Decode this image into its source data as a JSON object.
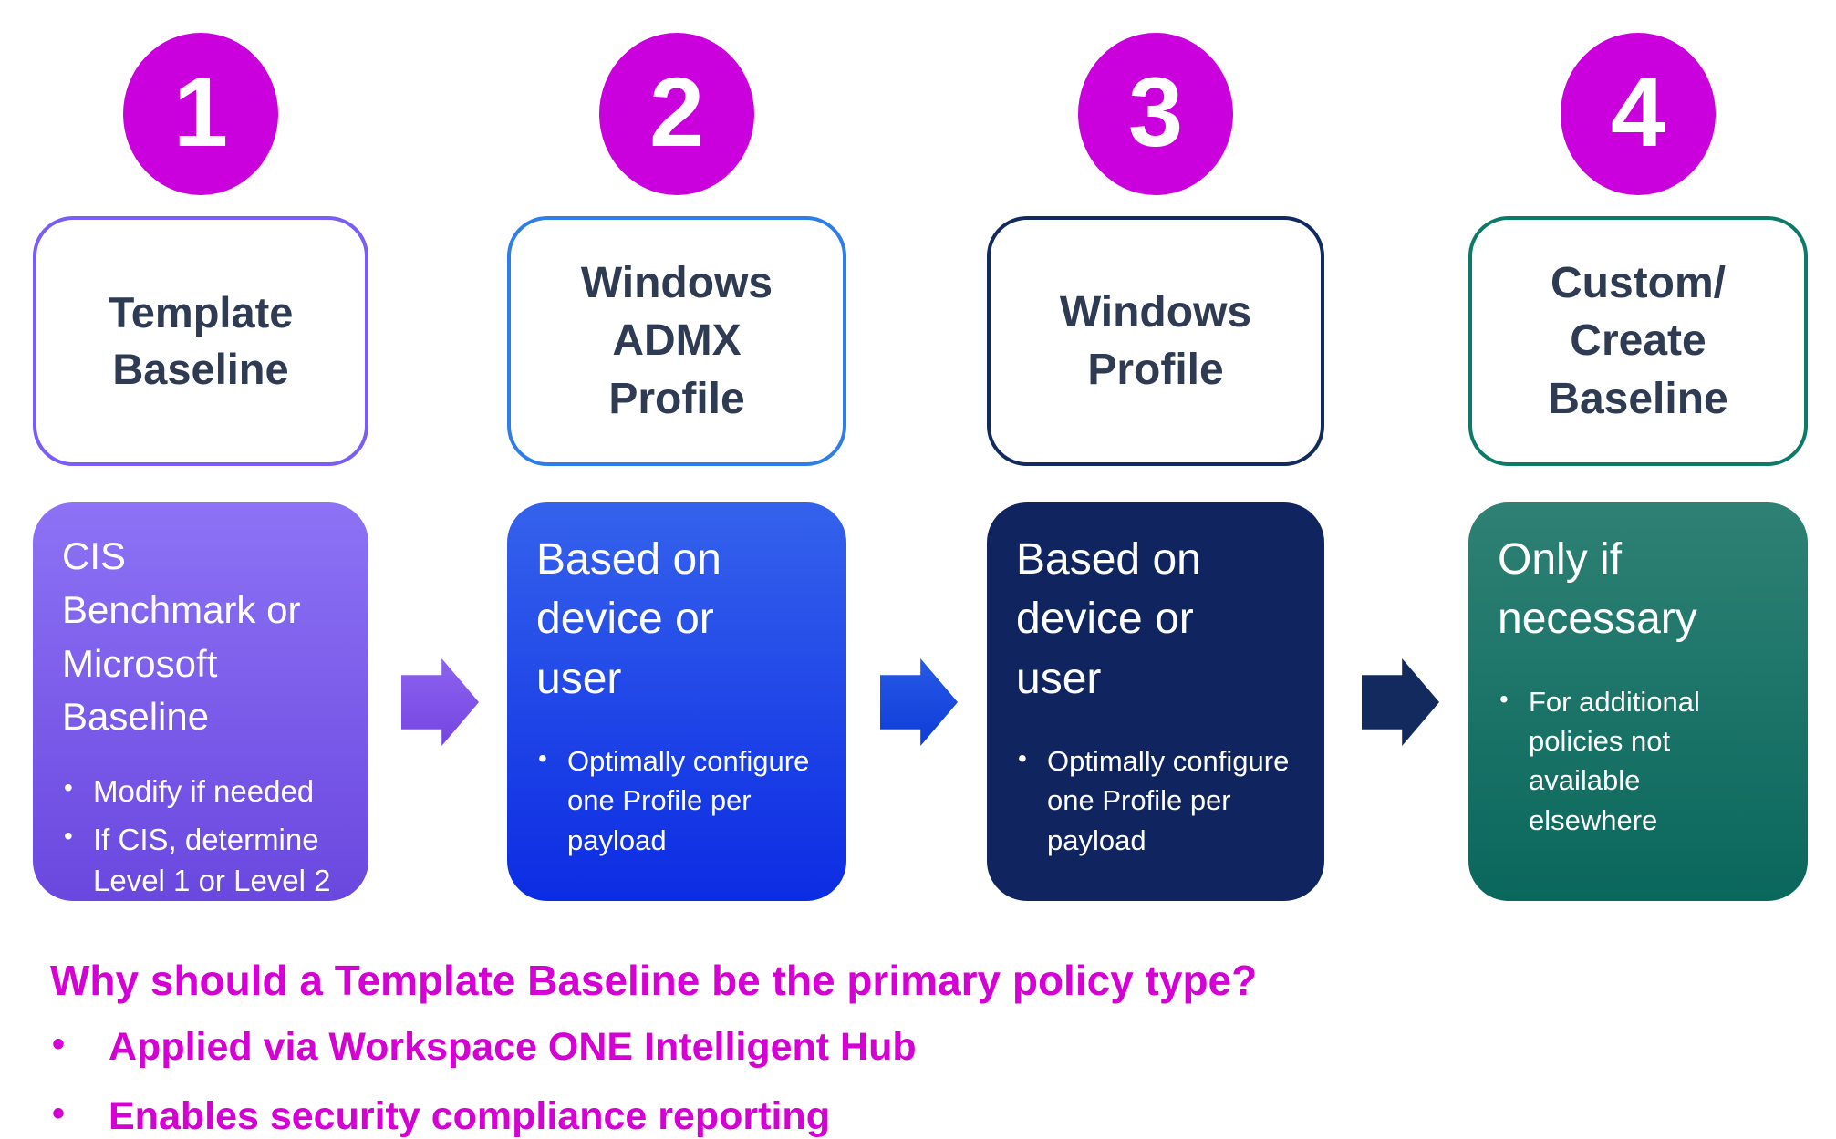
{
  "page": {
    "background": "#ffffff"
  },
  "steps": [
    {
      "number": "1",
      "badge_color": "#ca00dd",
      "title_lines": [
        "Template",
        "Baseline"
      ],
      "outline_color": "#7a5cf6",
      "card": {
        "fill": {
          "top": "#8d72f5",
          "bottom": "#6a48df"
        },
        "title_lines": [
          "CIS",
          "Benchmark or",
          "Microsoft",
          "Baseline"
        ],
        "bullets": [
          "Modify if needed",
          "If CIS, determine Level 1 or Level 2"
        ]
      },
      "arrow": {
        "top": "#8b63ef",
        "bottom": "#7645e2"
      }
    },
    {
      "number": "2",
      "badge_color": "#ca00dd",
      "title_lines": [
        "Windows",
        "ADMX",
        "Profile"
      ],
      "outline_color": "#2e7ee9",
      "card": {
        "fill": {
          "top": "#3562ec",
          "bottom": "#0c2ce3"
        },
        "title_lines": [
          "Based on",
          "device or",
          "user"
        ],
        "bullets": [
          "Optimally configure one Profile per payload"
        ]
      },
      "arrow": {
        "top": "#2859e6",
        "bottom": "#0e3cd8"
      }
    },
    {
      "number": "3",
      "badge_color": "#ca00dd",
      "title_lines": [
        "Windows",
        "Profile"
      ],
      "outline_color": "#132a5e",
      "card": {
        "fill": {
          "top": "#10255f",
          "bottom": "#10255f"
        },
        "title_lines": [
          "Based on",
          "device or",
          "user"
        ],
        "bullets": [
          "Optimally configure one Profile per payload"
        ]
      },
      "arrow": {
        "top": "#132a5e",
        "bottom": "#132a5e"
      }
    },
    {
      "number": "4",
      "badge_color": "#ca00dd",
      "title_lines": [
        "Custom/",
        "Create",
        "Baseline"
      ],
      "outline_color": "#0c7a68",
      "card": {
        "fill": {
          "top": "#2e8174",
          "bottom": "#0a675c"
        },
        "title_lines": [
          "Only if",
          "necessary"
        ],
        "bullets": [
          "For additional policies not available elsewhere"
        ]
      }
    }
  ],
  "footer": {
    "heading": "Why should a Template Baseline be the primary policy type?",
    "color": "#d400d4",
    "bullets": [
      "Applied via Workspace ONE Intelligent Hub",
      "Enables security compliance reporting"
    ]
  }
}
